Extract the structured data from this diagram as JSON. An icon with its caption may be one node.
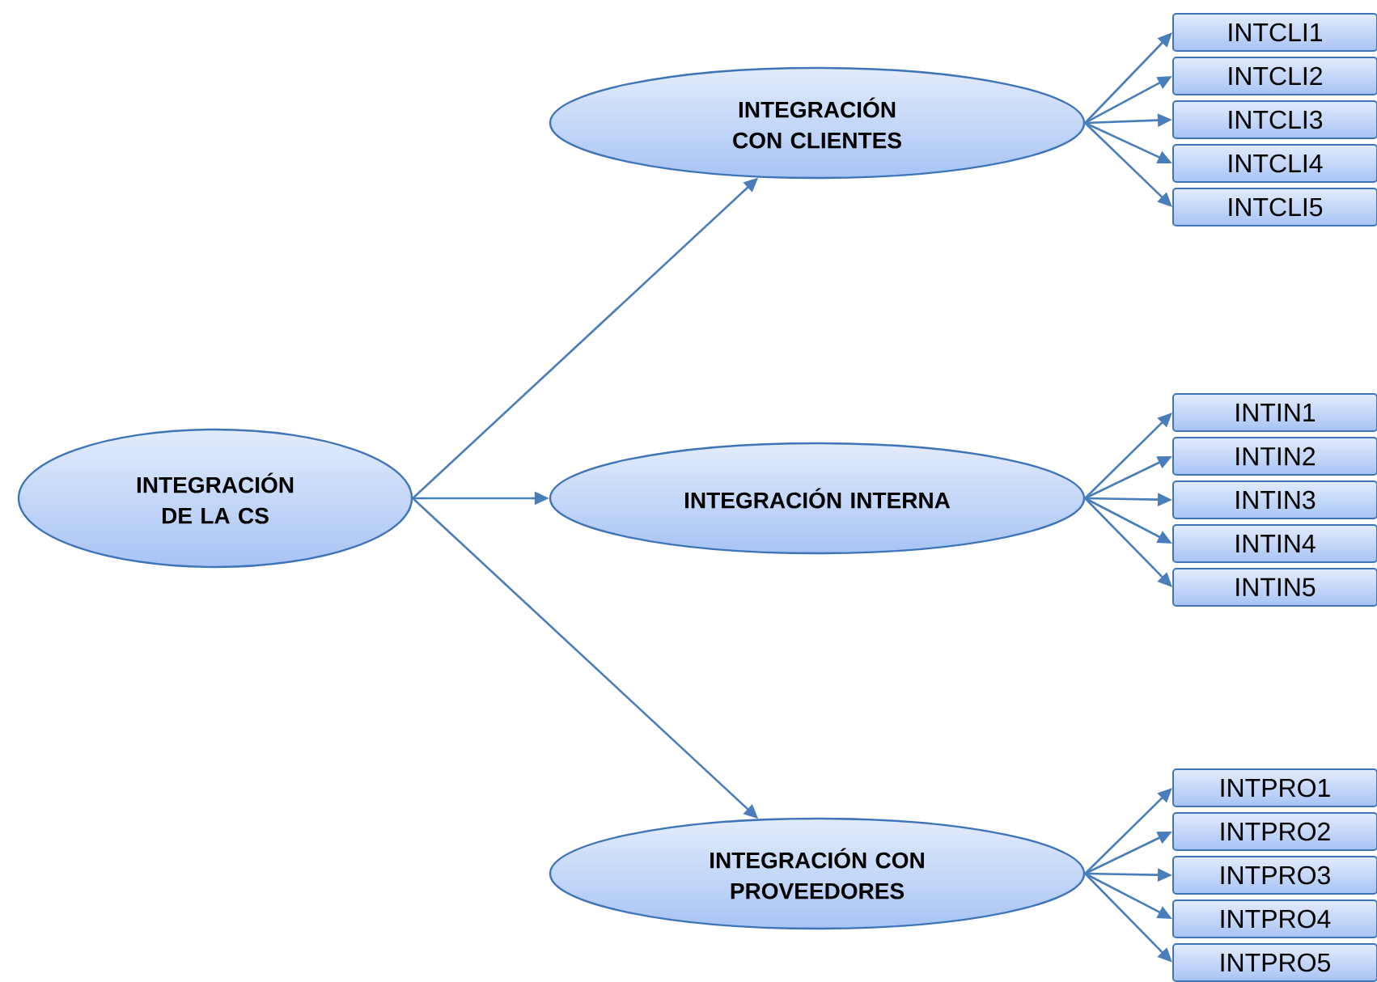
{
  "diagram": {
    "nodes": [
      {
        "text": [
          "INTEGRACIÓN DE LA CS"
        ]
      },
      {
        "text": [
          "INTEGRACIÓN CON CLIENTES"
        ]
      },
      {
        "text": [
          "INTEGRACIÓN INTERNA"
        ]
      },
      {
        "text": [
          "INTEGRACIÓN CON PROVEEDORES"
        ]
      },
      {
        "text": [
          "INTCLI1"
        ]
      },
      {
        "text": [
          "INTCLI2"
        ]
      },
      {
        "text": [
          "INTCLI3"
        ]
      },
      {
        "text": [
          "INTCLI4"
        ]
      },
      {
        "text": [
          "INTCLI5"
        ]
      },
      {
        "text": [
          "INTIN1"
        ]
      },
      {
        "text": [
          "INTIN2"
        ]
      },
      {
        "text": [
          "INTIN3"
        ]
      },
      {
        "text": [
          "INTIN4"
        ]
      },
      {
        "text": [
          "INTIN5"
        ]
      },
      {
        "text": [
          "INTPRO1"
        ]
      },
      {
        "text": [
          "INTPRO2"
        ]
      },
      {
        "text": [
          "INTPRO3"
        ]
      },
      {
        "text": [
          "INTPRO4"
        ]
      },
      {
        "text": [
          "INTPRO5"
        ]
      }
    ],
    "edges": [
      {
        "from": 0,
        "to": 1,
        "arrow": "to"
      },
      {
        "from": 0,
        "to": 2,
        "arrow": "to"
      },
      {
        "from": 0,
        "to": 3,
        "arrow": "to"
      },
      {
        "from": 1,
        "to": 4,
        "arrow": "to"
      },
      {
        "from": 1,
        "to": 5,
        "arrow": "to"
      },
      {
        "from": 1,
        "to": 6,
        "arrow": "to"
      },
      {
        "from": 1,
        "to": 7,
        "arrow": "to"
      },
      {
        "from": 1,
        "to": 8,
        "arrow": "to"
      },
      {
        "from": 2,
        "to": 9,
        "arrow": "to"
      },
      {
        "from": 2,
        "to": 10,
        "arrow": "to"
      },
      {
        "from": 2,
        "to": 11,
        "arrow": "to"
      },
      {
        "from": 2,
        "to": 12,
        "arrow": "to"
      },
      {
        "from": 2,
        "to": 13,
        "arrow": "to"
      },
      {
        "from": 3,
        "to": 14,
        "arrow": "to"
      },
      {
        "from": 3,
        "to": 15,
        "arrow": "to"
      },
      {
        "from": 3,
        "to": 16,
        "arrow": "to"
      },
      {
        "from": 3,
        "to": 17,
        "arrow": "to"
      },
      {
        "from": 3,
        "to": 18,
        "arrow": "to"
      }
    ]
  }
}
